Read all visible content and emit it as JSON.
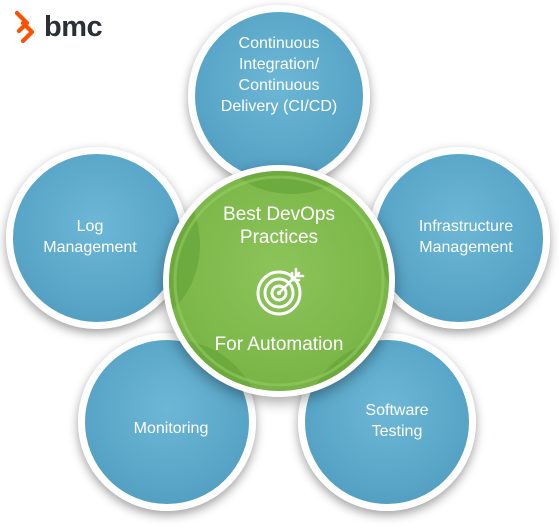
{
  "brand": {
    "name": "bmc",
    "color": "#fe5000",
    "icon": "bmc-logo-icon"
  },
  "colors": {
    "outer_fill": "#5aa7c9",
    "center_fill": "#7db84a",
    "center_overlap": "#6aa83c",
    "text": "#ffffff"
  },
  "center": {
    "title_line1": "Best DevOps",
    "title_line2": "Practices",
    "icon": "target-icon",
    "subtitle": "For Automation"
  },
  "practices": {
    "ci_cd": {
      "line1": "Continuous",
      "line2": "Integration/",
      "line3": "Continuous",
      "line4": "Delivery (CI/CD)"
    },
    "log": {
      "line1": "Log",
      "line2": "Management"
    },
    "infrastructure": {
      "line1": "Infrastructure",
      "line2": "Management"
    },
    "monitoring": {
      "line1": "Monitoring"
    },
    "testing": {
      "line1": "Software",
      "line2": "Testing"
    }
  }
}
